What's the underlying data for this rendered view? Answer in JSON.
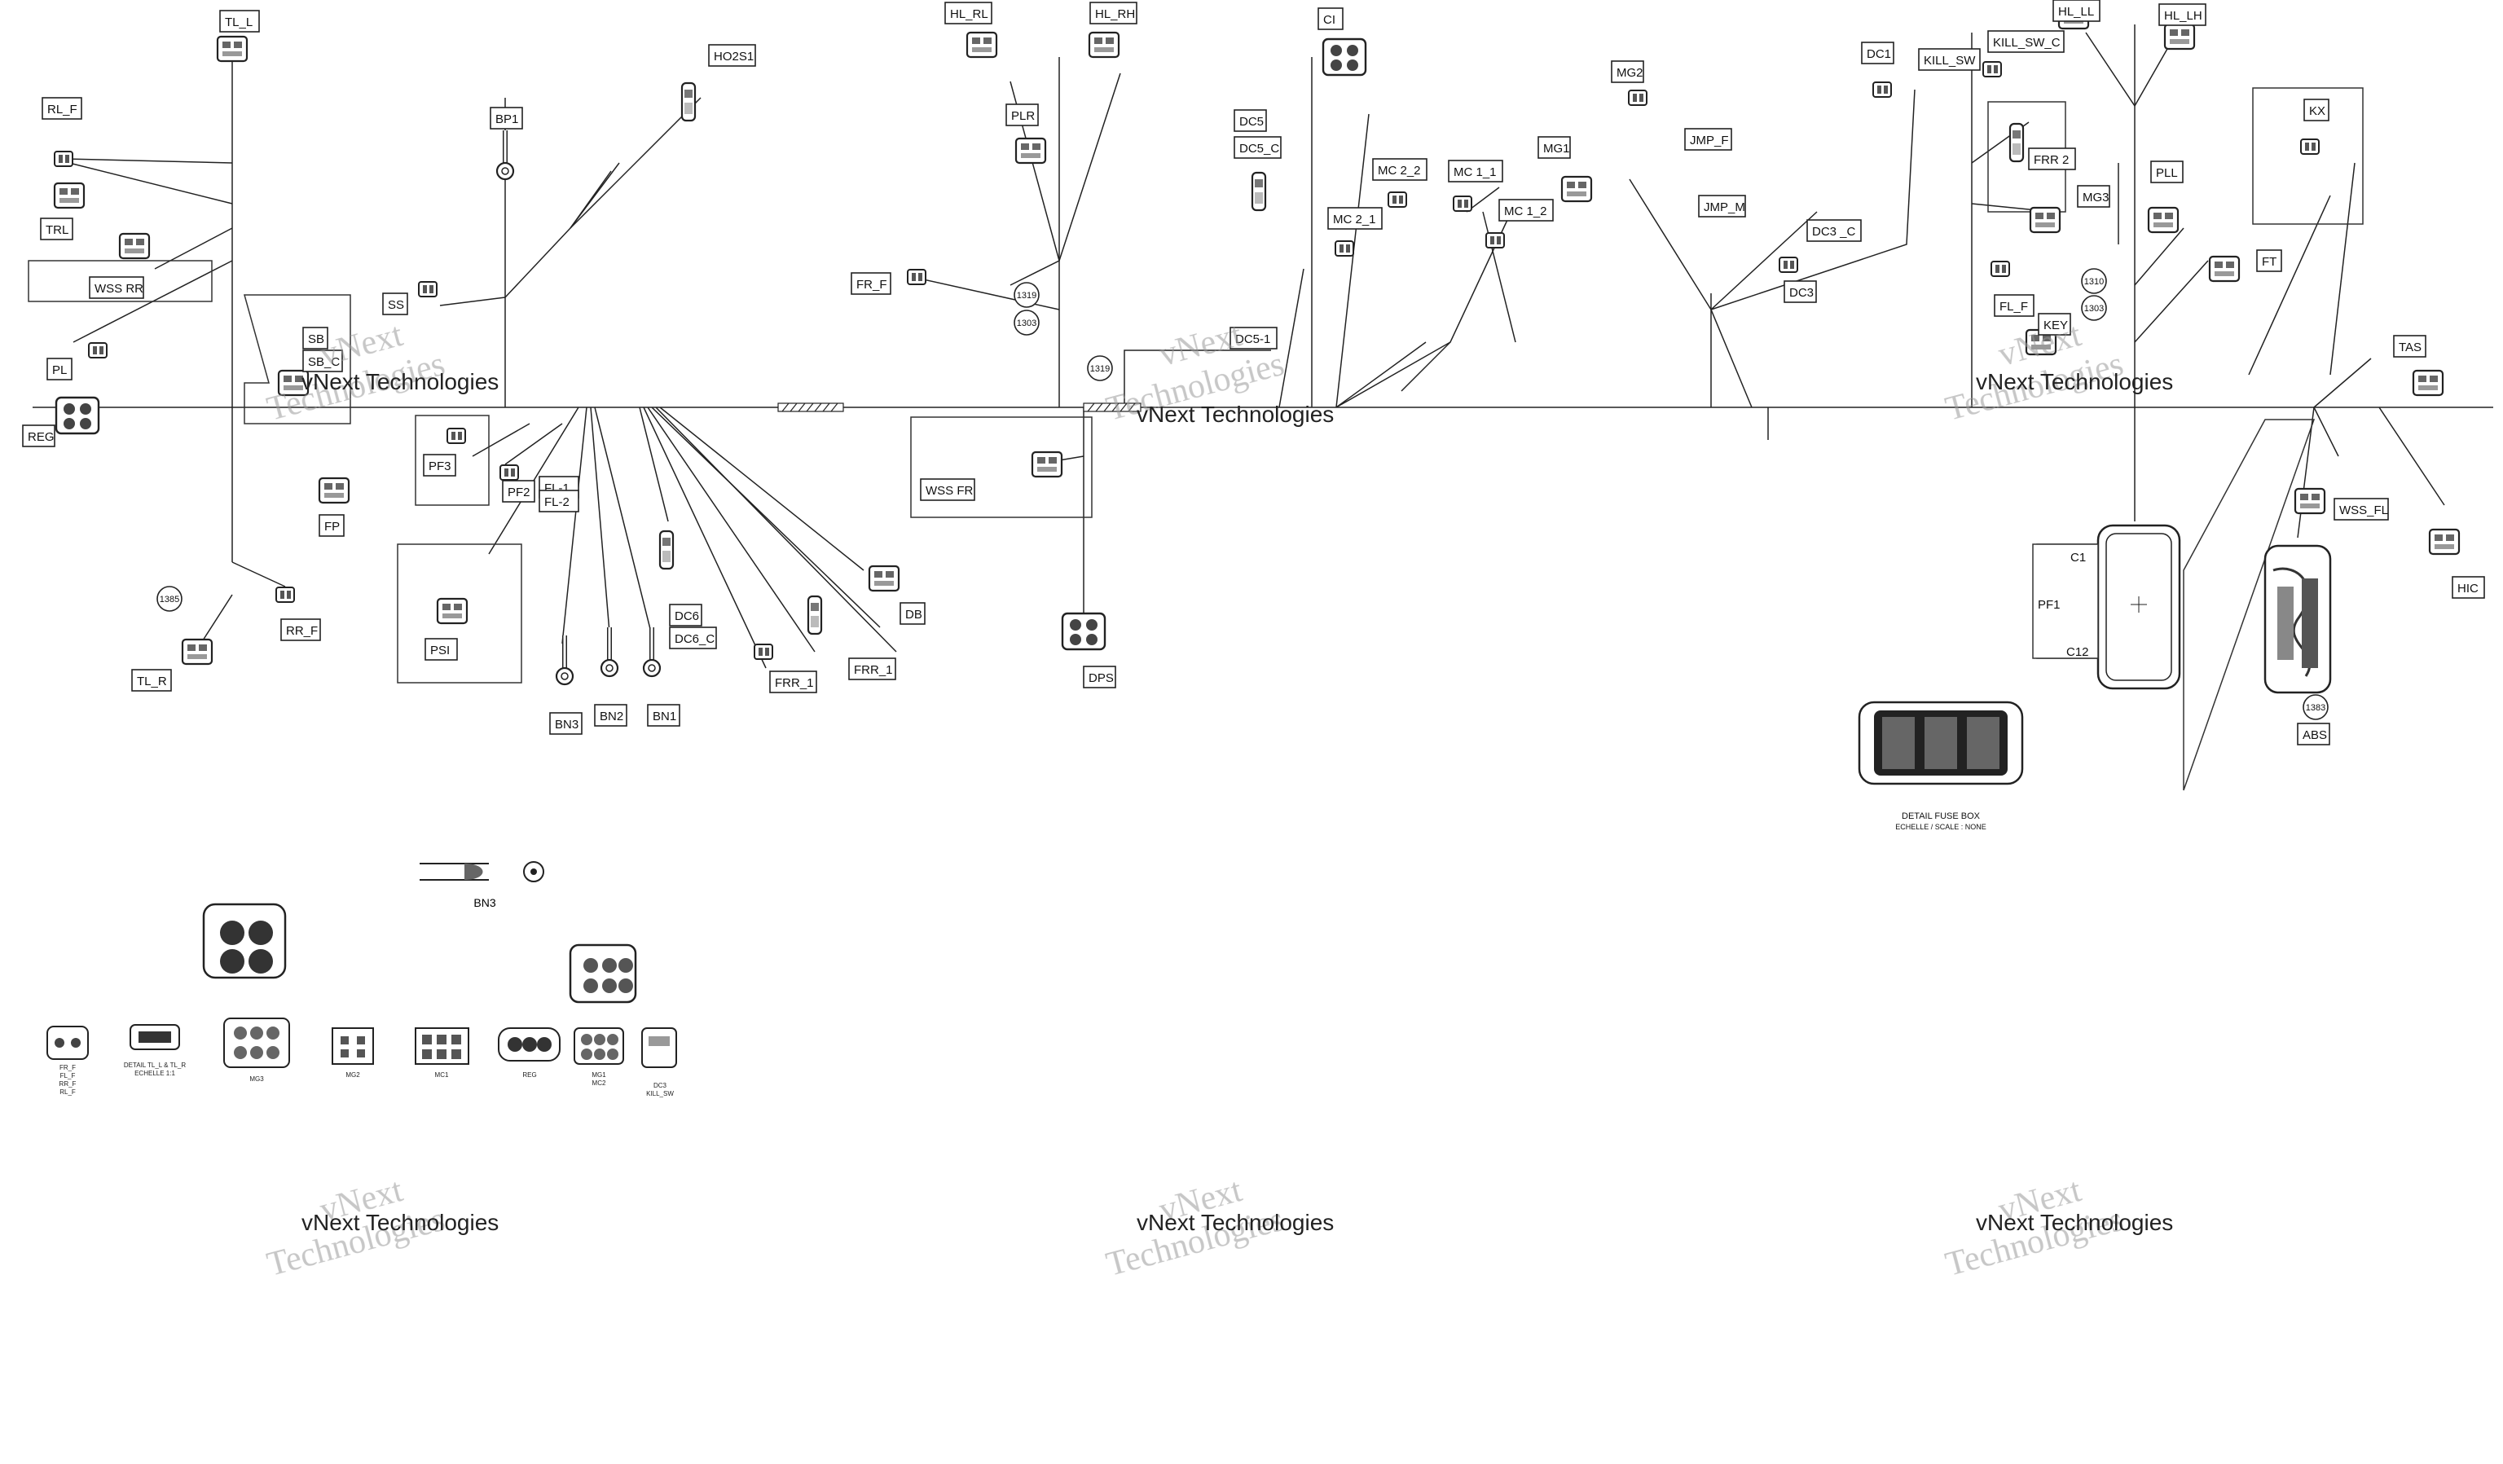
{
  "diagram": {
    "labels": {
      "TL_L": "TL_L",
      "RL_F": "RL_F",
      "TRL": "TRL",
      "WSS_RR": "WSS RR",
      "PL": "PL",
      "REG": "REG",
      "SB": "SB",
      "SB_C": "SB_C",
      "SS": "SS",
      "BP1": "BP1",
      "HO2S1": "HO2S1",
      "FP": "FP",
      "PF3": "PF3",
      "PF2": "PF2",
      "FL1": "FL-1",
      "FL2": "FL-2",
      "RR_F": "RR_F",
      "TL_R": "TL_R",
      "PSI": "PSI",
      "BN3": "BN3",
      "BN2": "BN2",
      "BN1": "BN1",
      "DC6": "DC6",
      "DC6_C": "DC6_C",
      "FRR_1a": "FRR_1",
      "FRR_1b": "FRR_1",
      "DB": "DB",
      "HL_RL": "HL_RL",
      "HL_RH": "HL_RH",
      "PLR": "PLR",
      "FR_F": "FR_F",
      "WSS_FR": "WSS FR",
      "DPS": "DPS",
      "CI": "CI",
      "DC5": "DC5",
      "DC5_C": "DC5_C",
      "DC5_1": "DC5-1",
      "MC2_2": "MC 2_2",
      "MC2_1": "MC 2_1",
      "MC1_1": "MC 1_1",
      "MC1_2": "MC 1_2",
      "MG1": "MG1",
      "MG2": "MG2",
      "JMP_F": "JMP_F",
      "JMP_M": "JMP_M",
      "DC3_C": "DC3 _C",
      "DC3": "DC3",
      "DC1": "DC1",
      "KILL_SW": "KILL_SW",
      "KILL_SW_C": "KILL_SW_C",
      "HL_LL": "HL_LL",
      "HL_LH": "HL_LH",
      "FRR2": "FRR 2",
      "MG3": "MG3",
      "PLL": "PLL",
      "FL_F": "FL_F",
      "KEY": "KEY",
      "FT": "FT",
      "KX": "KX",
      "TAS": "TAS",
      "WSS_FL": "WSS_FL",
      "HIC": "HIC",
      "ABS": "ABS",
      "C1": "C1",
      "C12": "C12",
      "PF1": "PF1",
      "BN3_detail": "BN3"
    },
    "bubbles": {
      "b1319": "1319",
      "b1303": "1303",
      "b1319b": "1319",
      "b1310": "1310",
      "b1303b": "1303",
      "b1383": "1383",
      "b1385": "1385"
    },
    "fuse_box": {
      "title": "DETAIL FUSE BOX",
      "scale": "ECHELLE / SCALE : NONE"
    },
    "detail_labels": {
      "d1": "FR_F\nFL_F\nRR_F\nRL_F",
      "d2": "DETAIL TL_L & TL_R\nECHELLE 1:1",
      "d3": "MG3",
      "d4": "MG2",
      "d5": "MC1",
      "d6": "REG",
      "d7": "MG1\nMC2",
      "d8": "DC3\nKILL_SW"
    },
    "watermarks": [
      "vNext",
      "Technologies",
      "vNext Technologies"
    ]
  },
  "colors": {
    "ink": "#1a1a1a",
    "watermark": "#9a9a9a",
    "background": "#ffffff"
  }
}
